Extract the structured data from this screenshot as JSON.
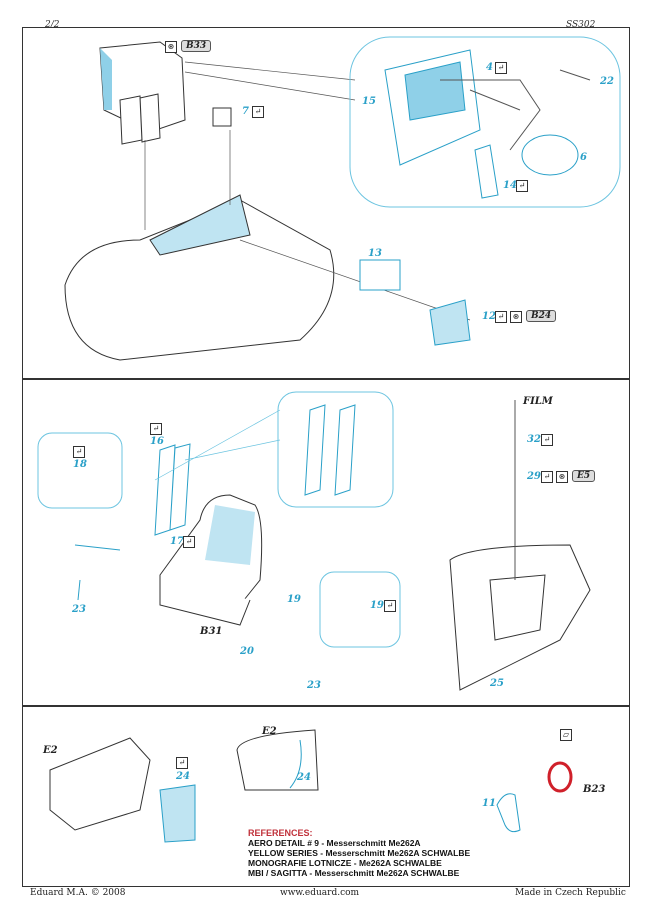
{
  "header": {
    "page": "2/2",
    "code": "SS302"
  },
  "panel1": {
    "labels": {
      "b33": "B33",
      "p4": "4",
      "p22": "22",
      "p15": "15",
      "p6": "6",
      "p14": "14",
      "p7": "7",
      "p13": "13",
      "p12": "12",
      "b24": "B24"
    }
  },
  "panel2": {
    "labels": {
      "film": "FILM",
      "p16": "16",
      "p18": "18",
      "p17": "17",
      "p23a": "23",
      "b31": "B31",
      "p19a": "19",
      "p19b": "19",
      "p20": "20",
      "p23b": "23",
      "p32": "32",
      "p29": "29",
      "e5": "E5",
      "p25": "25"
    }
  },
  "panel3": {
    "labels": {
      "e2a": "E2",
      "p24a": "24",
      "e2b": "E2",
      "p24b": "24",
      "b23": "B23",
      "p11": "11"
    }
  },
  "references": {
    "title": "REFERENCES:",
    "items": [
      "AERO DETAIL # 9 - Messerschmitt Me262A",
      "YELLOW SERIES - Messerschmitt Me262A SCHWALBE",
      "MONOGRAFIE LOTNICZE - Me262A SCHWALBE",
      "MBI / SAGITTA - Messerschmitt Me262A SCHWALBE"
    ]
  },
  "footer": {
    "left": "Eduard M.A. © 2008",
    "center": "www.eduard.com",
    "right": "Made in Czech Republic"
  },
  "colors": {
    "accent": "#2aa0c8",
    "ref": "#c0303a"
  }
}
